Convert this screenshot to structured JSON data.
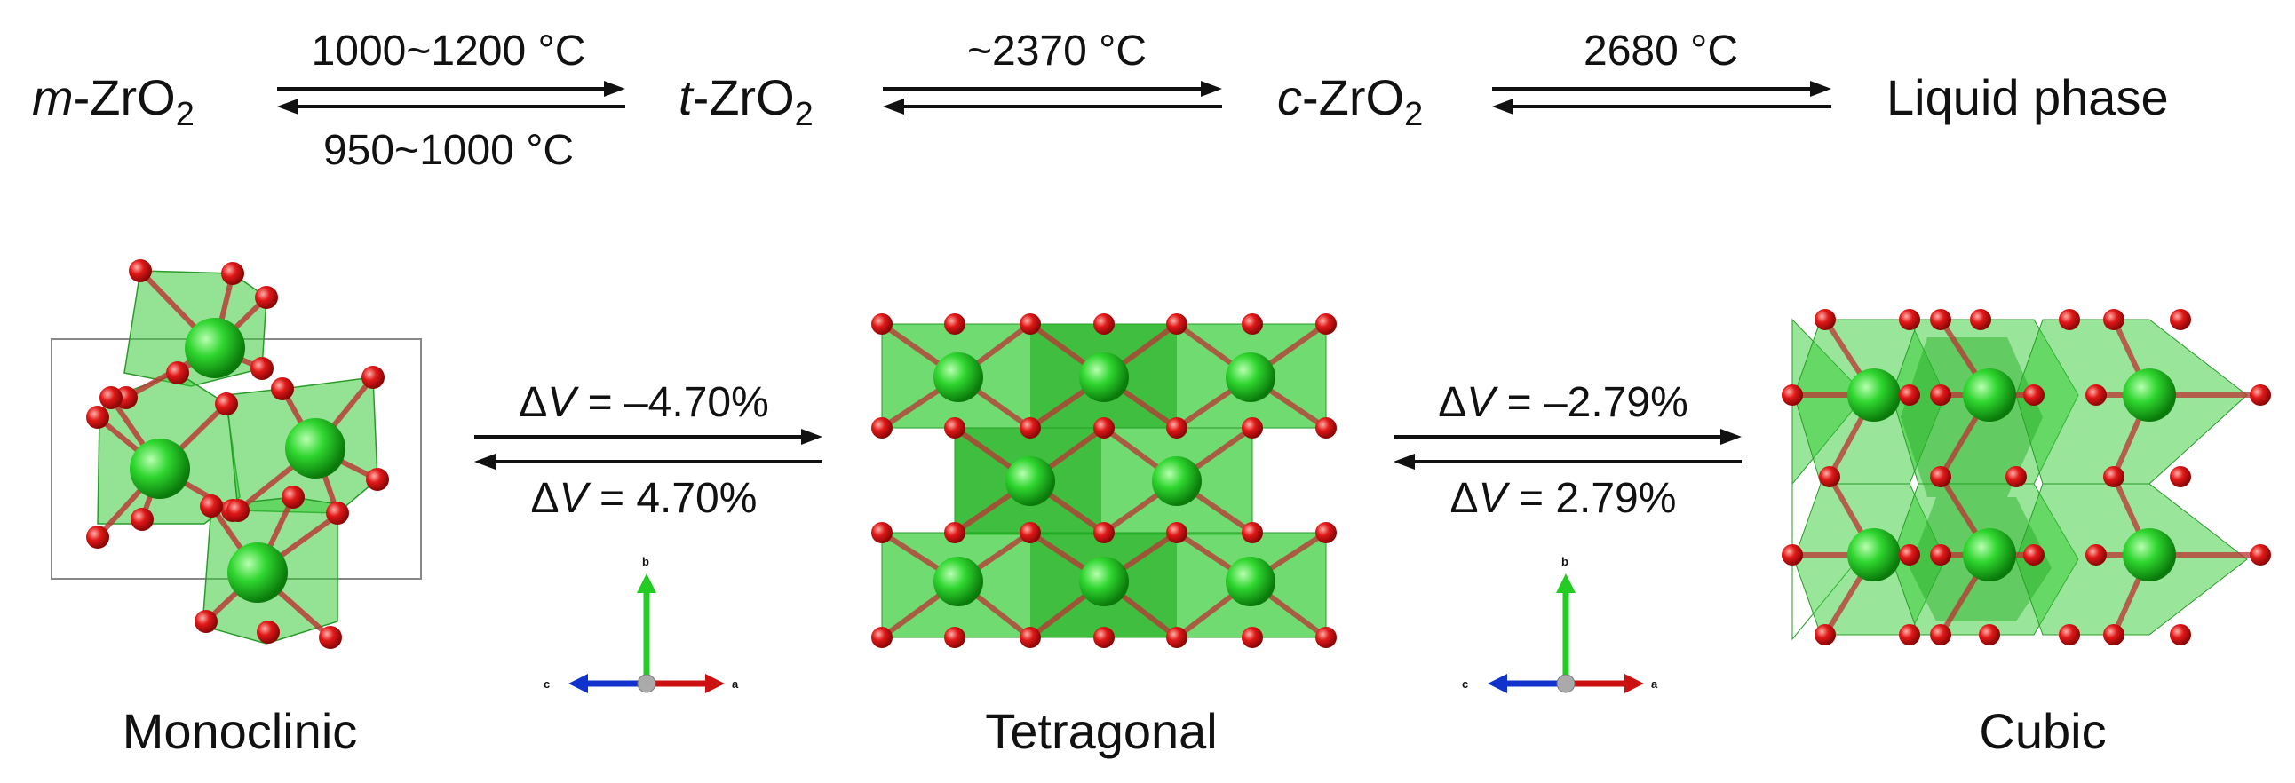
{
  "phases": [
    {
      "prefix": "m",
      "formula": "-ZrO",
      "sub": "2"
    },
    {
      "prefix": "t",
      "formula": "-ZrO",
      "sub": "2"
    },
    {
      "prefix": "c",
      "formula": "-ZrO",
      "sub": "2"
    },
    {
      "label": "Liquid phase"
    }
  ],
  "transitions": [
    {
      "forward": "1000~1200 °C",
      "reverse": "950~1000 °C"
    },
    {
      "forward": "~2370 °C",
      "reverse": ""
    },
    {
      "forward": "2680 °C",
      "reverse": ""
    }
  ],
  "volume_changes": [
    {
      "symbol": "Δ",
      "var": "V",
      "forward": " = –4.70%",
      "reverse": " = 4.70%"
    },
    {
      "symbol": "Δ",
      "var": "V",
      "forward": " = –2.79%",
      "reverse": " = 2.79%"
    }
  ],
  "structures": [
    "Monoclinic",
    "Tetragonal",
    "Cubic"
  ],
  "axes_labels": {
    "a": "a",
    "b": "b",
    "c": "c"
  },
  "colors": {
    "zr": "#22cc22",
    "o": "#dd1111",
    "poly": "#33cc33",
    "axis_a": "#cc1111",
    "axis_b": "#22cc22",
    "axis_c": "#1133cc"
  }
}
